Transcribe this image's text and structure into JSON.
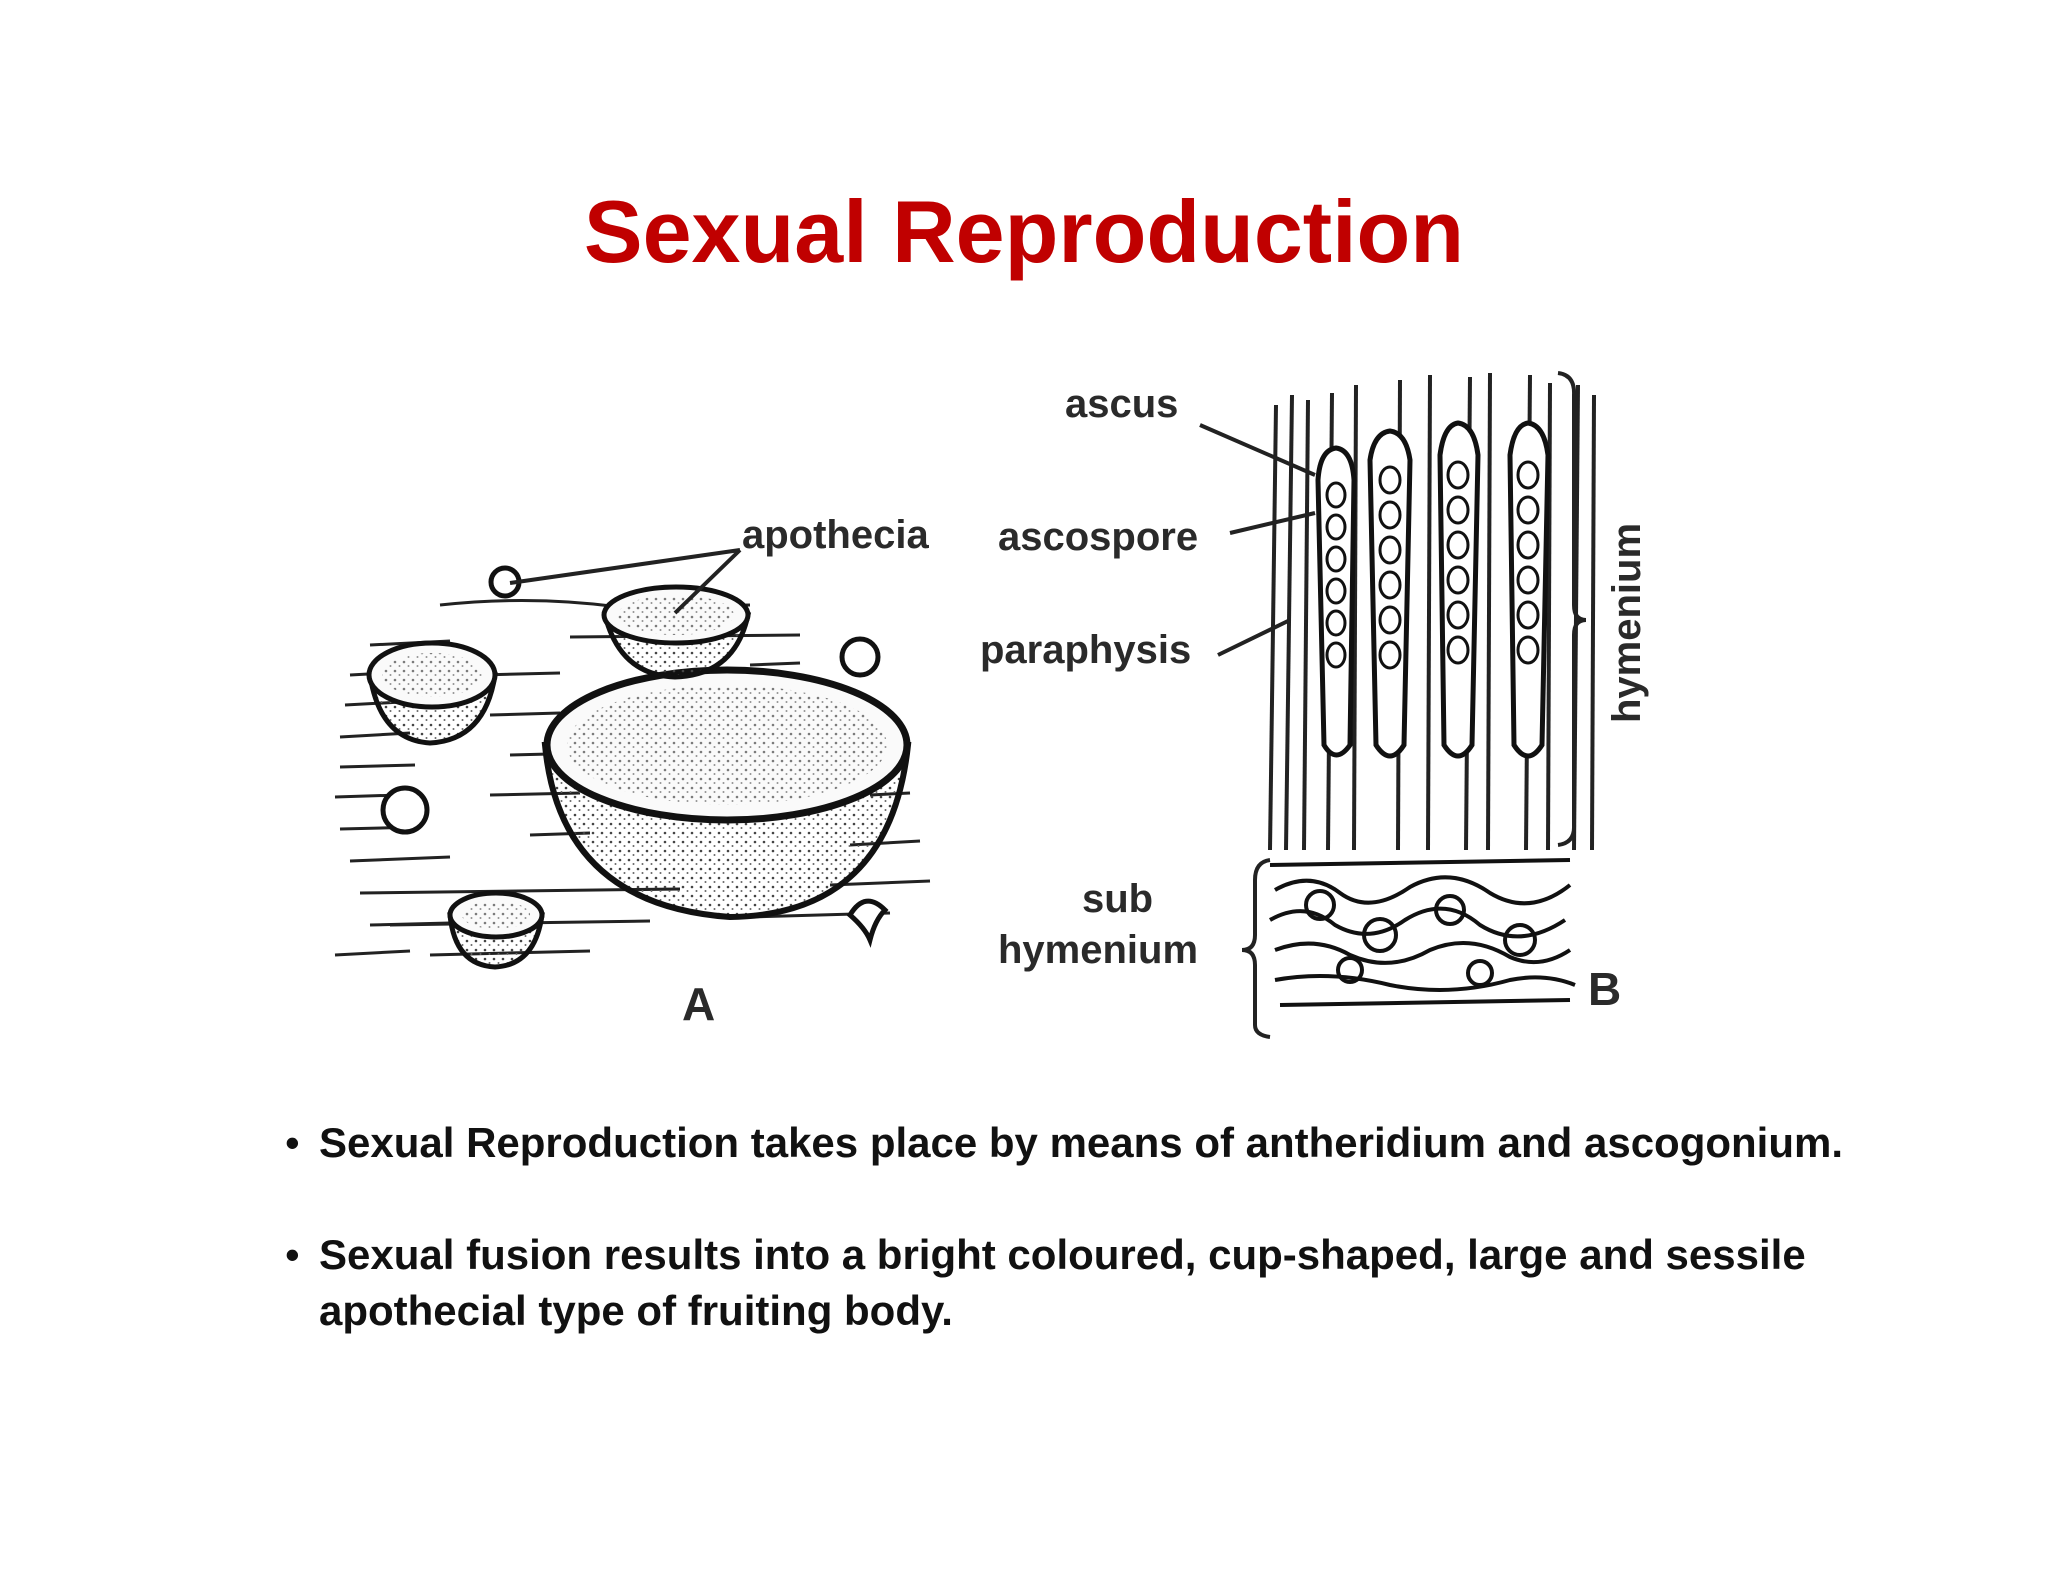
{
  "slide": {
    "title": "Sexual Reproduction",
    "figure": {
      "labels": {
        "apothecia": "apothecia",
        "ascus": "ascus",
        "ascospore": "ascospore",
        "paraphysis": "paraphysis",
        "hymenium": "hymenium",
        "sub": "sub",
        "subhymenium": "hymenium",
        "panel_a": "A",
        "panel_b": "B"
      }
    },
    "bullets": [
      {
        "marker": "•",
        "text": "Sexual Reproduction takes place by means of antheridium and ascogonium."
      },
      {
        "marker": "•",
        "text": "Sexual fusion results into a bright coloured, cup-shaped, large and sessile apothecial type of fruiting body."
      }
    ]
  }
}
